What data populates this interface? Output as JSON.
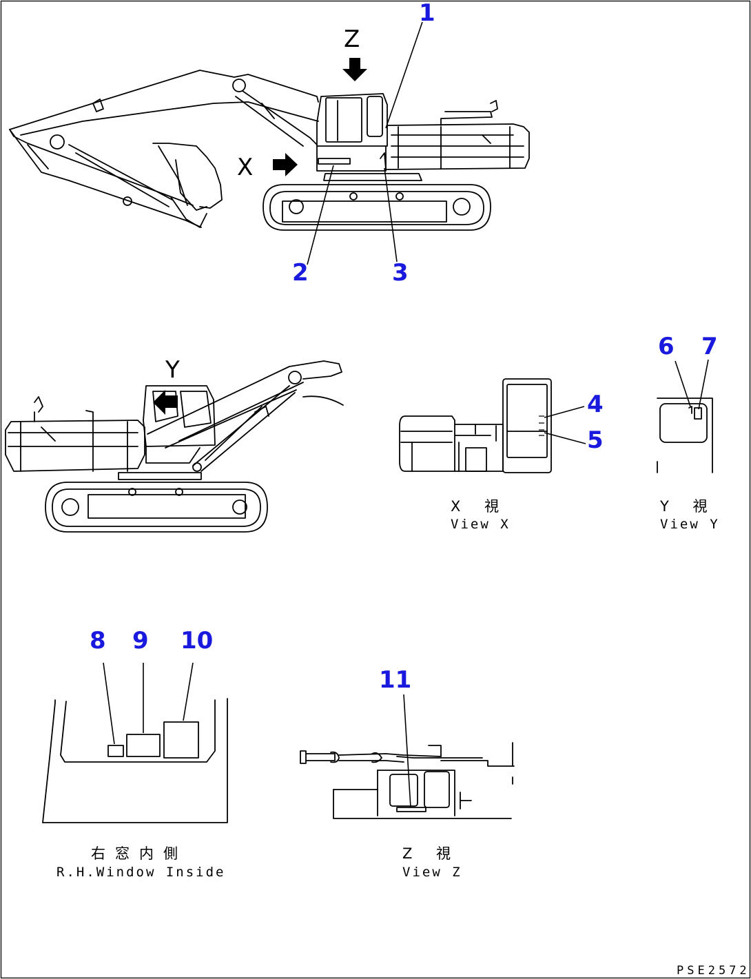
{
  "callouts": {
    "c1": "1",
    "c2": "2",
    "c3": "3",
    "c4": "4",
    "c5": "5",
    "c6": "6",
    "c7": "7",
    "c8": "8",
    "c9": "9",
    "c10": "10",
    "c11": "11"
  },
  "view_letters": {
    "z": "Z",
    "x": "X",
    "y": "Y"
  },
  "captions": {
    "view_x_jp": "X 視",
    "view_x_en": "View X",
    "view_y_jp": "Y 視",
    "view_y_en": "View Y",
    "window_jp": "右窓内側",
    "window_en": "R.H.Window Inside",
    "view_z_jp": "Z 視",
    "view_z_en": "View Z"
  },
  "drawing_code": "PSE2572",
  "colors": {
    "callout": "#1a1adf",
    "line": "#000000"
  }
}
